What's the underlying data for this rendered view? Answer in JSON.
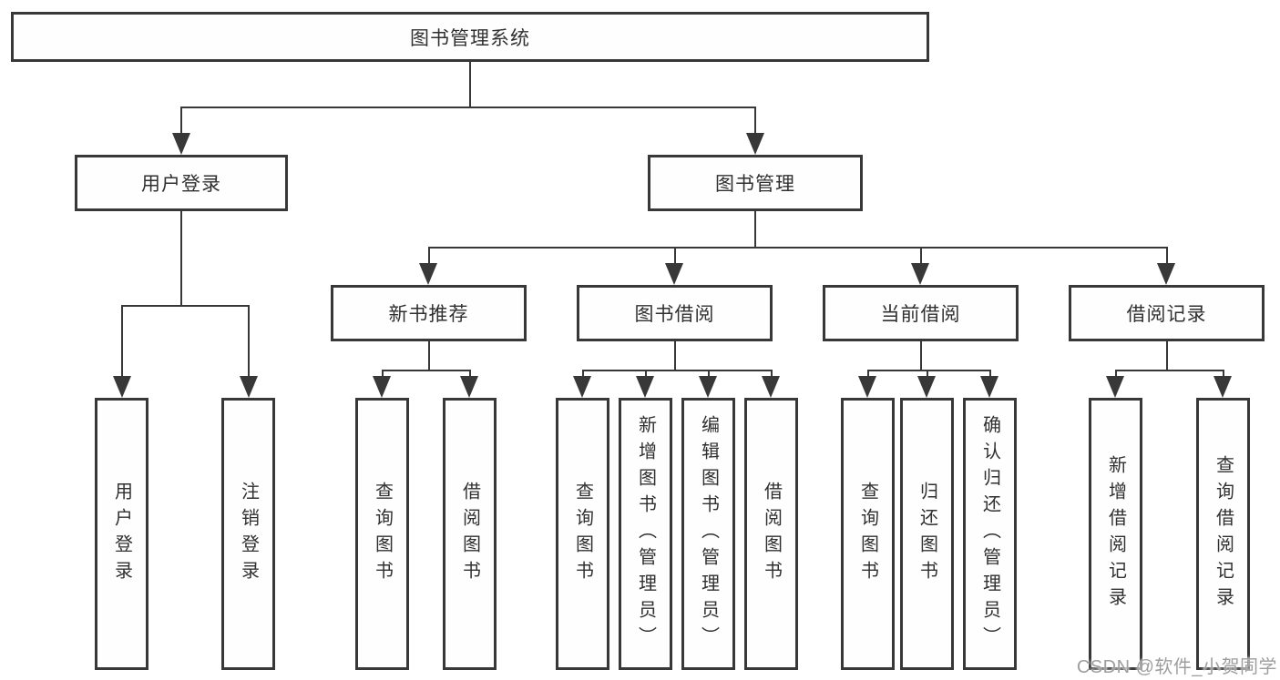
{
  "tree": {
    "root": {
      "label": "图书管理系统"
    },
    "level2": [
      {
        "label": "用户登录",
        "children": [
          {
            "label": "用户登录"
          },
          {
            "label": "注销登录"
          }
        ]
      },
      {
        "label": "图书管理",
        "groups": [
          {
            "label": "新书推荐",
            "children": [
              {
                "label": "查询图书"
              },
              {
                "label": "借阅图书"
              }
            ]
          },
          {
            "label": "图书借阅",
            "children": [
              {
                "label": "查询图书"
              },
              {
                "label": "新增图书（管理员）"
              },
              {
                "label": "编辑图书（管理员）"
              },
              {
                "label": "借阅图书"
              }
            ]
          },
          {
            "label": "当前借阅",
            "children": [
              {
                "label": "查询图书"
              },
              {
                "label": "归还图书"
              },
              {
                "label": "确认归还（管理员）"
              }
            ]
          },
          {
            "label": "借阅记录",
            "children": [
              {
                "label": "新增借阅记录"
              },
              {
                "label": "查询借阅记录"
              }
            ]
          }
        ]
      }
    ]
  },
  "watermark": {
    "text": "CSDN @软件_小贺同学"
  },
  "colors": {
    "line": "#383838",
    "text": "#303030",
    "watermark": "#9e9e9e",
    "background": "#ffffff"
  }
}
